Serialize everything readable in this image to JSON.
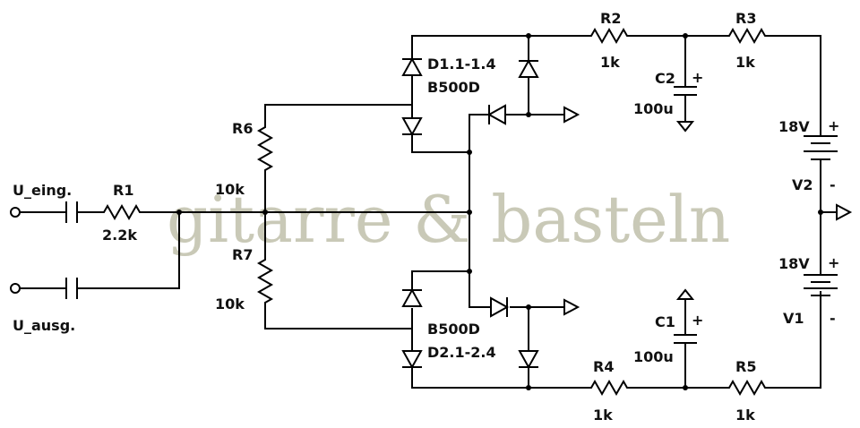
{
  "watermark": "gitarre & basteln",
  "ports": {
    "input": "U_eing.",
    "output": "U_ausg."
  },
  "components": {
    "r1": {
      "name": "R1",
      "value": "2.2k"
    },
    "r2": {
      "name": "R2",
      "value": "1k"
    },
    "r3": {
      "name": "R3",
      "value": "1k"
    },
    "r4": {
      "name": "R4",
      "value": "1k"
    },
    "r5": {
      "name": "R5",
      "value": "1k"
    },
    "r6": {
      "name": "R6",
      "value": "10k"
    },
    "r7": {
      "name": "R7",
      "value": "10k"
    },
    "c1": {
      "name": "C1",
      "value": "100u",
      "polarity": "+"
    },
    "c2": {
      "name": "C2",
      "value": "100u",
      "polarity": "+"
    },
    "v1": {
      "name": "V1",
      "value": "18V",
      "plus": "+",
      "minus": "-"
    },
    "v2": {
      "name": "V2",
      "value": "18V",
      "plus": "+",
      "minus": "-"
    },
    "d1": {
      "name": "D1.1-1.4",
      "part": "B500D"
    },
    "d2": {
      "name": "D2.1-2.4",
      "part": "B500D"
    }
  }
}
